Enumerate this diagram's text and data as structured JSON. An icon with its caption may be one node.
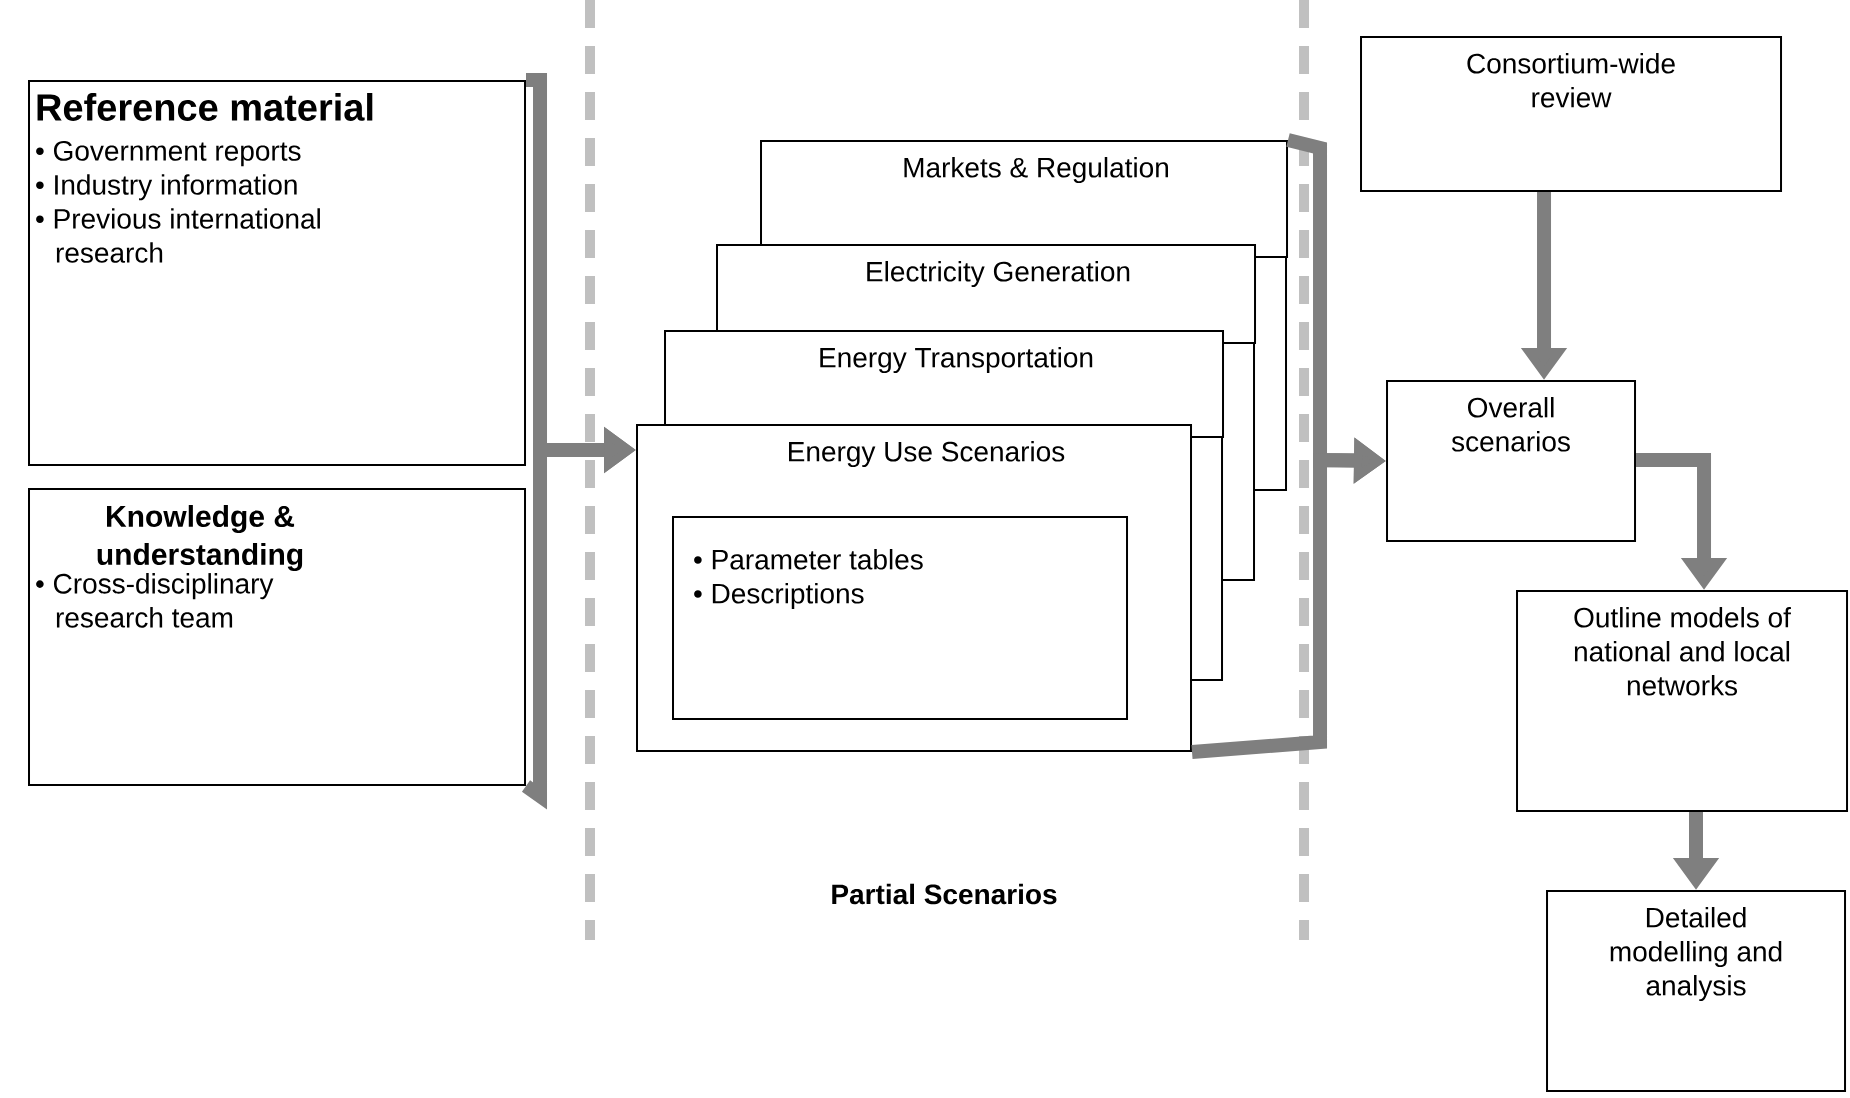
{
  "diagram": {
    "nodes": [
      {
        "text": [
          "Reference material",
          "• Government reports",
          "• Industry information",
          "• Previous international research"
        ]
      },
      {
        "text": [
          "Knowledge & understanding",
          "• Cross-disciplinary research team"
        ]
      },
      {
        "text": [
          "Markets & Regulation"
        ]
      },
      {
        "text": [
          "Electricity Generation"
        ]
      },
      {
        "text": [
          "Energy Transportation"
        ]
      },
      {
        "text": [
          "Energy Use Scenarios"
        ]
      },
      {
        "text": [
          "• Parameter tables",
          "• Descriptions"
        ],
        "in": 5
      },
      {
        "text": [
          "Consortium-wide review"
        ]
      },
      {
        "text": [
          "Overall scenarios"
        ]
      },
      {
        "text": [
          "Outline models of national and local networks"
        ]
      },
      {
        "text": [
          "Detailed modelling and analysis"
        ]
      }
    ],
    "edges": [
      {
        "from": 0,
        "to": 5,
        "arrow": "to"
      },
      {
        "from": 1,
        "to": 5,
        "arrow": "to"
      },
      {
        "from": 2,
        "to": 8,
        "arrow": "to"
      },
      {
        "from": 5,
        "to": 8,
        "arrow": "to"
      },
      {
        "from": 7,
        "to": 8,
        "arrow": "to"
      },
      {
        "from": 8,
        "to": 9,
        "arrow": "to"
      },
      {
        "from": 9,
        "to": 10,
        "arrow": "to"
      }
    ],
    "labels": [
      "Partial Scenarios"
    ]
  }
}
